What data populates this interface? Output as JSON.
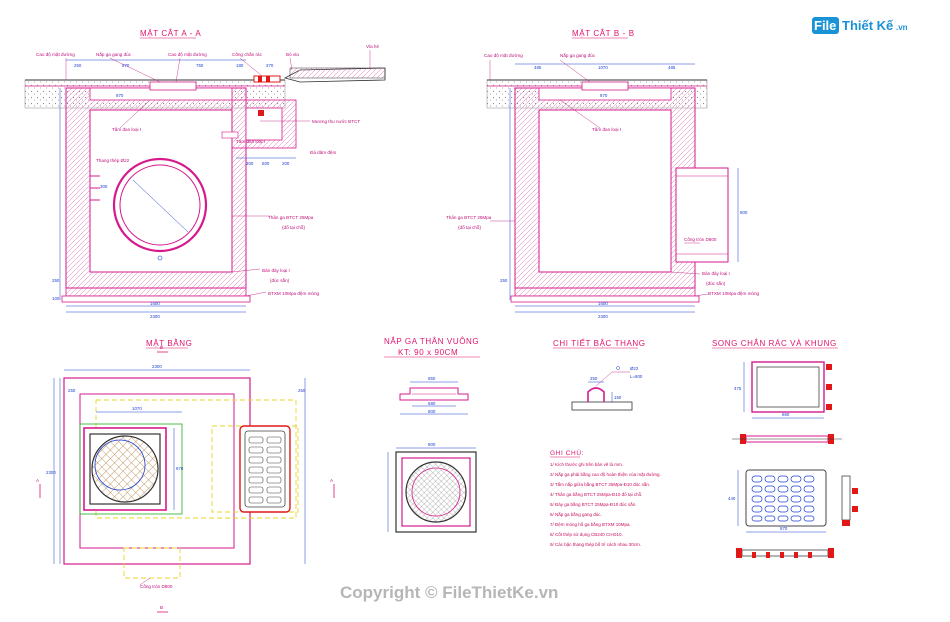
{
  "brand": {
    "part1": "File",
    "part2": "Thiết Kế",
    "part3": ".vn"
  },
  "copyright": "Copyright © FileThietKe.vn",
  "section_aa": {
    "title": "MẶT CẮT A - A",
    "labels": [
      "Cao độ mặt đường",
      "Nắp ga gang đúc",
      "Cao độ mặt đường",
      "Cống chắn rác",
      "Bó vỉa",
      "Vỉa hè",
      "Tấm đan loại I",
      "Mương thu nước BTCT",
      "Tấm đan loại I",
      "Đá dăm đệm",
      "Thang thép Ø22",
      "Thân ga BTCT 25Mpa",
      "(đổ tại chỗ)",
      "Bản đáy loại I",
      "(đúc sẵn)",
      "BTXM 10Mpa đệm móng"
    ],
    "dims": [
      "250",
      "870",
      "750",
      "180",
      "370",
      "870",
      "300",
      "600",
      "200",
      "250",
      "300",
      "100",
      "1600",
      "2300"
    ]
  },
  "section_bb": {
    "title": "MẶT CẮT B - B",
    "labels": [
      "Cao độ mặt đường",
      "Nắp ga gang đúc",
      "Tấm đan loại I",
      "Thân ga BTCT 25Mpa",
      "(đổ tại chỗ)",
      "Cống tròn D800",
      "Bản đáy loại I",
      "(đúc sẵn)",
      "BTXM 10Mpa đệm móng"
    ],
    "dims": [
      "485",
      "1070",
      "485",
      "870",
      "800",
      "1600",
      "250",
      "2300"
    ]
  },
  "plan": {
    "title": "MẶT BẰNG",
    "labels": [
      "Cống tròn D800",
      "A",
      "A",
      "B",
      "B"
    ],
    "dims": [
      "2300",
      "1070",
      "2300",
      "870",
      "250",
      "250"
    ]
  },
  "cover": {
    "title": "NẮP GA THÂN VUÔNG",
    "subtitle": "KT: 90 x 90CM",
    "dims": [
      "850",
      "580",
      "800",
      "800"
    ]
  },
  "step": {
    "title": "CHI TIẾT BẬC THANG",
    "dia": "Ø22",
    "len": "L=800",
    "dims": [
      "250",
      "150"
    ]
  },
  "grate": {
    "title": "SONG CHẮN RÁC VÀ KHUNG",
    "dims": [
      "475",
      "860",
      "440",
      "870"
    ]
  },
  "notes": {
    "heading": "GHI CHÚ:",
    "items": [
      "1/ Kích thước ghi trên bản vẽ là mm.",
      "2/ Nắp ga phải bằng cao độ hoàn thiện của mặt đường.",
      "3/ Tấm nắp giữa bằng BTCT 25Mpa-Đ10 đúc sẵn.",
      "4/ Thân ga bằng BTCT 25Mpa-Đ10 đổ tại chỗ.",
      "5/ Đáy ga bằng BTCT 25Mpa-Đ10 đúc sẵn.",
      "6/ Nắp ga bằng gang đúc.",
      "7/ Đệm móng hố ga bằng BTXM 10Mpa.",
      "8/ Cốt thép sử dụng CB240 CII-Đ10.",
      "9/ Các bậc thang thép bố trí cách nhau 30cm."
    ]
  }
}
